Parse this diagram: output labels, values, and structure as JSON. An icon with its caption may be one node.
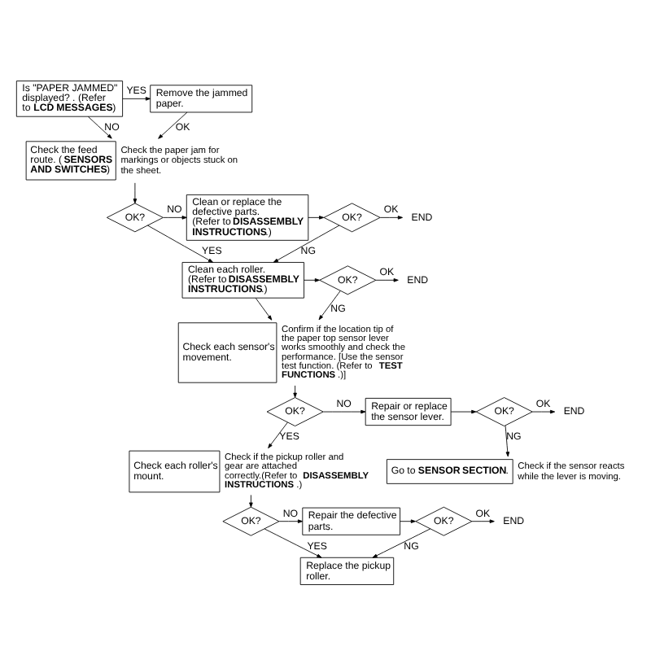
{
  "diagram": {
    "nodes": [
      {
        "text": [
          "Is \"PAPER JAMMED\" displayed? . (Refer to **LCD MESSAGES**)"
        ]
      },
      {
        "text": [
          "Remove the jammed paper."
        ]
      },
      {
        "text": [
          "Check the feed route. ( **SENSORS AND SWITCHES**)"
        ],
        "beside": [
          "Check the paper jam for markings or objects stuck on the sheet."
        ]
      },
      {
        "text": [
          "OK?"
        ]
      },
      {
        "text": [
          "Clean or replace the defective parts. (Refer to **DISASSEMBLY INSTRUCTIONS**.)"
        ]
      },
      {
        "text": [
          "OK?"
        ]
      },
      {
        "text": [
          "END"
        ]
      },
      {
        "text": [
          "Clean each roller. (Refer to **DISASSEMBLY INSTRUCTIONS**.)"
        ]
      },
      {
        "text": [
          "OK?"
        ]
      },
      {
        "text": [
          "END"
        ]
      },
      {
        "text": [
          "Check each sensor's movement."
        ],
        "beside": [
          "Confirm if the location tip of the paper top sensor lever works smoothly and check the performance. [Use the sensor test function. (Refer to **TEST FUNCTIONS**.)]"
        ]
      },
      {
        "text": [
          "OK?"
        ]
      },
      {
        "text": [
          "Repair or replace the sensor lever."
        ]
      },
      {
        "text": [
          "OK?"
        ]
      },
      {
        "text": [
          "END"
        ]
      },
      {
        "text": [
          "Go to **SENSOR SECTION**."
        ],
        "beside": [
          "Check if the sensor reacts while the lever is moving."
        ]
      },
      {
        "text": [
          "Check each roller's mount."
        ],
        "beside": [
          "Check if the pickup roller and gear are attached correctly.(Refer to **DISASSEMBLY INSTRUCTIONS**.)"
        ]
      },
      {
        "text": [
          "OK?"
        ]
      },
      {
        "text": [
          "Repair the defective parts."
        ]
      },
      {
        "text": [
          "OK?"
        ]
      },
      {
        "text": [
          "END"
        ]
      },
      {
        "text": [
          "Replace the pickup roller."
        ]
      }
    ],
    "edges": [
      {
        "from": 0,
        "to": 1,
        "arrow": "to",
        "label": "YES"
      },
      {
        "from": 1,
        "to": 2,
        "arrow": "to",
        "label": "OK"
      },
      {
        "from": 0,
        "to": 2,
        "arrow": "to",
        "label": "NO"
      },
      {
        "from": 2,
        "to": 3,
        "arrow": "to"
      },
      {
        "from": 3,
        "to": 4,
        "arrow": "to",
        "label": "NO"
      },
      {
        "from": 4,
        "to": 5,
        "arrow": "to"
      },
      {
        "from": 5,
        "to": 6,
        "arrow": "to",
        "label": "OK"
      },
      {
        "from": 5,
        "to": 7,
        "arrow": "to",
        "label": "NG"
      },
      {
        "from": 3,
        "to": 7,
        "arrow": "to",
        "label": "YES"
      },
      {
        "from": 7,
        "to": 8,
        "arrow": "to"
      },
      {
        "from": 8,
        "to": 9,
        "arrow": "to",
        "label": "OK"
      },
      {
        "from": 8,
        "to": 10,
        "arrow": "to",
        "label": "NG"
      },
      {
        "from": 7,
        "to": 10,
        "arrow": "to"
      },
      {
        "from": 10,
        "to": 11,
        "arrow": "to"
      },
      {
        "from": 11,
        "to": 12,
        "arrow": "to",
        "label": "NO"
      },
      {
        "from": 12,
        "to": 13,
        "arrow": "to"
      },
      {
        "from": 13,
        "to": 14,
        "arrow": "to",
        "label": "OK"
      },
      {
        "from": 13,
        "to": 15,
        "arrow": "to",
        "label": "NG"
      },
      {
        "from": 11,
        "to": 16,
        "arrow": "to",
        "label": "YES"
      },
      {
        "from": 16,
        "to": 17,
        "arrow": "to"
      },
      {
        "from": 17,
        "to": 18,
        "arrow": "to",
        "label": "NO"
      },
      {
        "from": 18,
        "to": 19,
        "arrow": "to"
      },
      {
        "from": 19,
        "to": 20,
        "arrow": "to",
        "label": "OK"
      },
      {
        "from": 19,
        "to": 21,
        "arrow": "to",
        "label": "NG"
      },
      {
        "from": 17,
        "to": 21,
        "arrow": "to",
        "label": "YES"
      }
    ]
  }
}
